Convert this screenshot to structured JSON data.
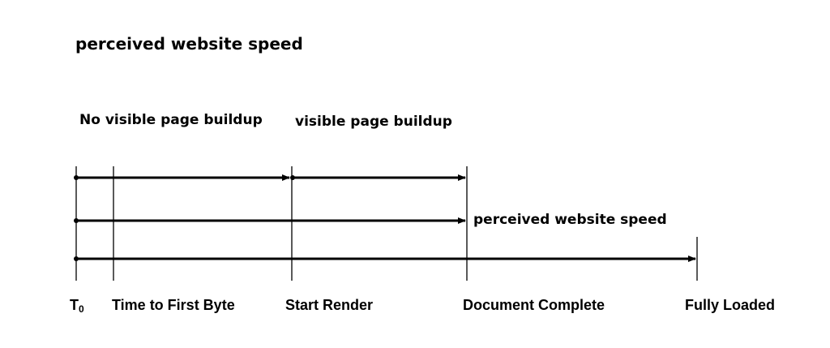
{
  "title": "perceived website speed",
  "phases": {
    "no_buildup": "No visible page buildup",
    "buildup": "visible page buildup"
  },
  "perceived_label": "perceived website speed",
  "milestones": {
    "t0_base": "T",
    "t0_sub": "0",
    "ttfb": "Time to First Byte",
    "start_render": "Start Render",
    "document_complete": "Document Complete",
    "fully_loaded": "Fully Loaded"
  },
  "colors": {
    "line": "#000000",
    "background": "#ffffff"
  }
}
